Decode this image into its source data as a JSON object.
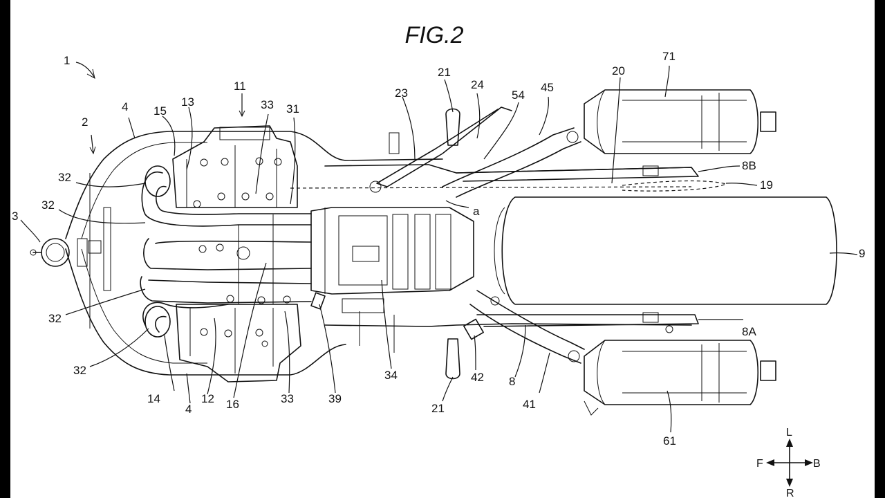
{
  "figure": {
    "title": "FIG.2"
  },
  "reference_numerals": {
    "n1": "1",
    "n2": "2",
    "n3": "3",
    "n4_top": "4",
    "n4_bottom": "4",
    "n8": "8",
    "n8A": "8A",
    "n8B": "8B",
    "n9": "9",
    "n11": "11",
    "n12": "12",
    "n13": "13",
    "n14": "14",
    "n15": "15",
    "n16": "16",
    "n19": "19",
    "n20": "20",
    "n21_top": "21",
    "n21_bottom": "21",
    "n23": "23",
    "n24": "24",
    "n31": "31",
    "n32_a": "32",
    "n32_b": "32",
    "n32_c": "32",
    "n32_d": "32",
    "n33_top": "33",
    "n33_bottom": "33",
    "n34": "34",
    "n39": "39",
    "n41": "41",
    "n42": "42",
    "n45": "45",
    "n54": "54",
    "n61": "61",
    "n71": "71",
    "a": "a"
  },
  "direction_indicator": {
    "left": "L",
    "right": "R",
    "front": "F",
    "back": "B"
  },
  "colors": {
    "line": "#111111",
    "background": "#ffffff",
    "border": "#000000"
  }
}
